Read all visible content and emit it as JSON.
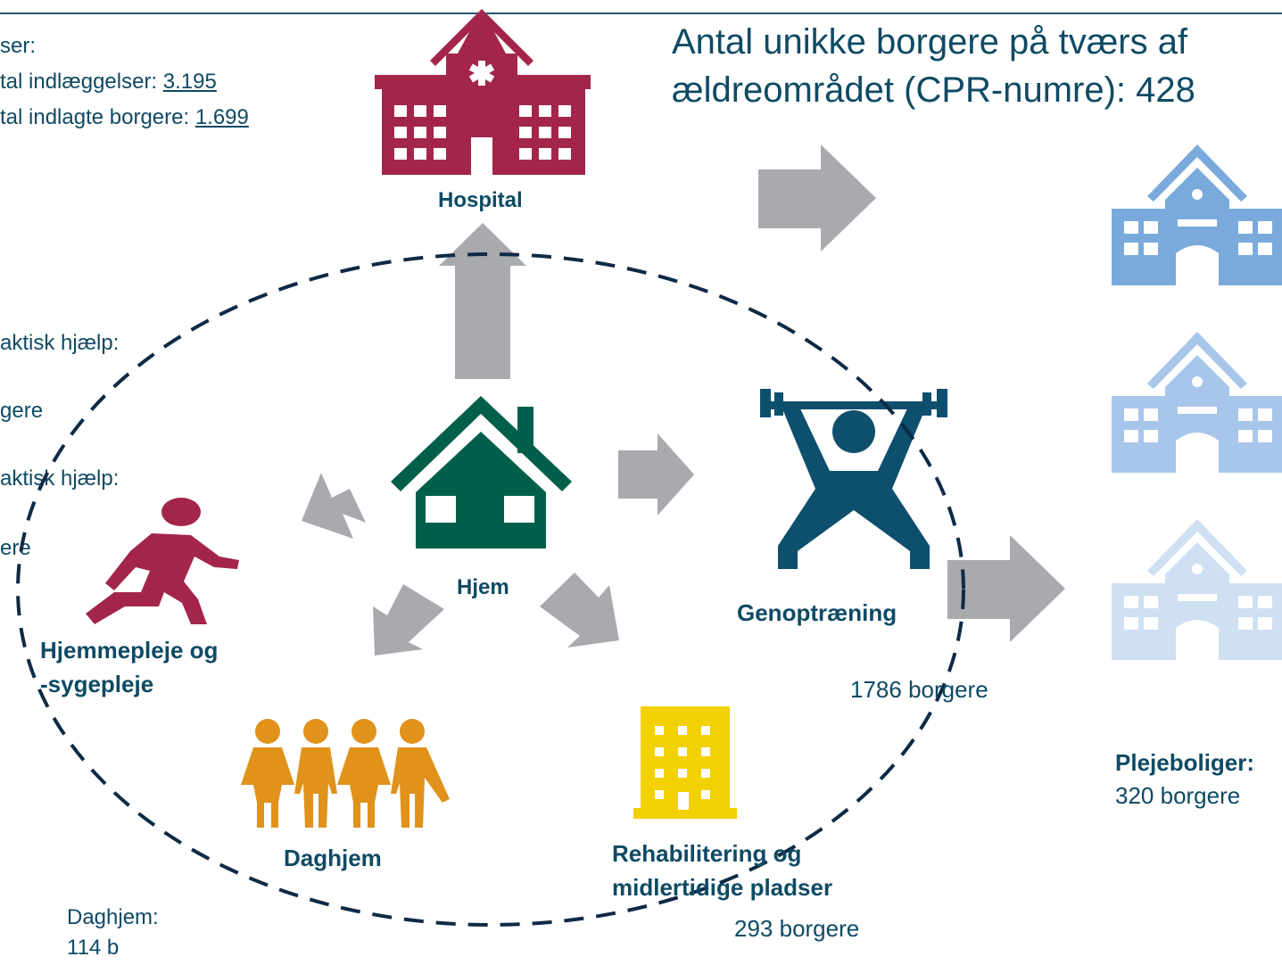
{
  "title": {
    "line1": "Antal unikke borgere på tværs af",
    "line2": "ældreområdet (CPR-numre): 428"
  },
  "hospital_stats": {
    "heading": "ser:",
    "admissions_label": "tal indlæggelser: ",
    "admissions_value": "3.195",
    "admitted_label": "tal indlagte borgere: ",
    "admitted_value": "1.699"
  },
  "home_care_stats": {
    "line1": "aktisk hjælp:",
    "line2": "gere",
    "line3": "aktisk hjælp:",
    "line4": "ere"
  },
  "nodes": {
    "hospital": "Hospital",
    "home": "Hjem",
    "rehab_training": "Genoptræning",
    "home_care_line1": "Hjemmepleje og",
    "home_care_line2": "-sygepleje",
    "day_center": "Daghjem",
    "rehab_line1": "Rehabilitering og",
    "rehab_line2": "midlertidige pladser",
    "nursing_homes": "Plejeboliger:"
  },
  "counts": {
    "rehab_training": "1786 borgere",
    "rehab_places": "293 borgere",
    "nursing_homes": "320 borgere",
    "day_center_label": "Daghjem:",
    "day_center_value": "114 b"
  },
  "colors": {
    "hospital": "#a3264a",
    "home": "#005f4b",
    "training": "#0e4f6e",
    "home_care": "#a3264a",
    "day_center": "#e0921b",
    "rehab": "#f3d000",
    "arrow": "#a9aaae",
    "nursing_1": "#7aaadb",
    "nursing_2": "#a7c6ea",
    "nursing_3": "#cfe0f3"
  }
}
